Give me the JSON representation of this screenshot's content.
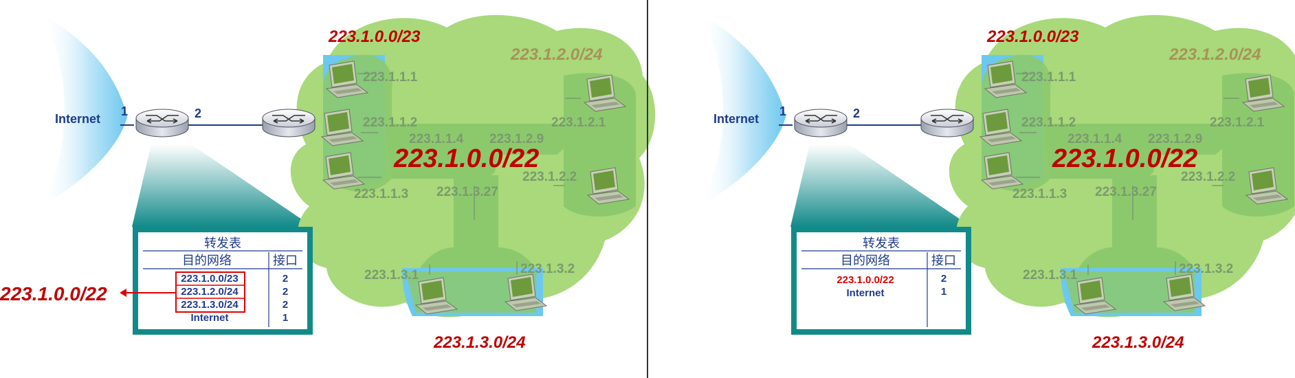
{
  "colors": {
    "cloud_green": "#a9d97a",
    "subnet_blue": "#6cc8ef",
    "subnet_green": "#8cc96d",
    "internet_blue": "#6cc8ef",
    "label_olive": "#a8925a",
    "label_red": "#c00000",
    "text_blue": "#1f3b8c",
    "table_border": "#138a8a"
  },
  "panels": [
    {
      "internet_label": "Internet",
      "iface_1": "1",
      "iface_2": "2",
      "subnet_label_a": "223.1.0.0/23",
      "subnet_label_b": "223.1.2.0/24",
      "subnet_label_c": "223.1.3.0/24",
      "aggregate_label": "223.1.0.0/22",
      "hosts": {
        "h111": "223.1.1.1",
        "h112": "223.1.1.2",
        "h113": "223.1.1.3",
        "h114": "223.1.1.4",
        "h121": "223.1.2.1",
        "h122": "223.1.2.2",
        "h129": "223.1.2.9",
        "h1327": "223.1.3.27",
        "h131": "223.1.3.1",
        "h132": "223.1.3.2"
      },
      "table": {
        "title": "转发表",
        "col_dest": "目的网络",
        "col_iface": "接口",
        "rows": [
          {
            "dest": "223.1.0.0/23",
            "iface": "2"
          },
          {
            "dest": "223.1.2.0/24",
            "iface": "2"
          },
          {
            "dest": "223.1.3.0/24",
            "iface": "2"
          },
          {
            "dest": "Internet",
            "iface": "1"
          }
        ]
      },
      "callout_label": "223.1.0.0/22"
    },
    {
      "internet_label": "Internet",
      "iface_1": "1",
      "iface_2": "2",
      "subnet_label_a": "223.1.0.0/23",
      "subnet_label_b": "223.1.2.0/24",
      "subnet_label_c": "223.1.3.0/24",
      "aggregate_label": "223.1.0.0/22",
      "hosts": {
        "h111": "223.1.1.1",
        "h112": "223.1.1.2",
        "h113": "223.1.1.3",
        "h114": "223.1.1.4",
        "h121": "223.1.2.1",
        "h122": "223.1.2.2",
        "h129": "223.1.2.9",
        "h1327": "223.1.3.27",
        "h131": "223.1.3.1",
        "h132": "223.1.3.2"
      },
      "table": {
        "title": "转发表",
        "col_dest": "目的网络",
        "col_iface": "接口",
        "rows": [
          {
            "dest": "223.1.0.0/22",
            "iface": "2"
          },
          {
            "dest": "Internet",
            "iface": "1"
          }
        ]
      }
    }
  ]
}
